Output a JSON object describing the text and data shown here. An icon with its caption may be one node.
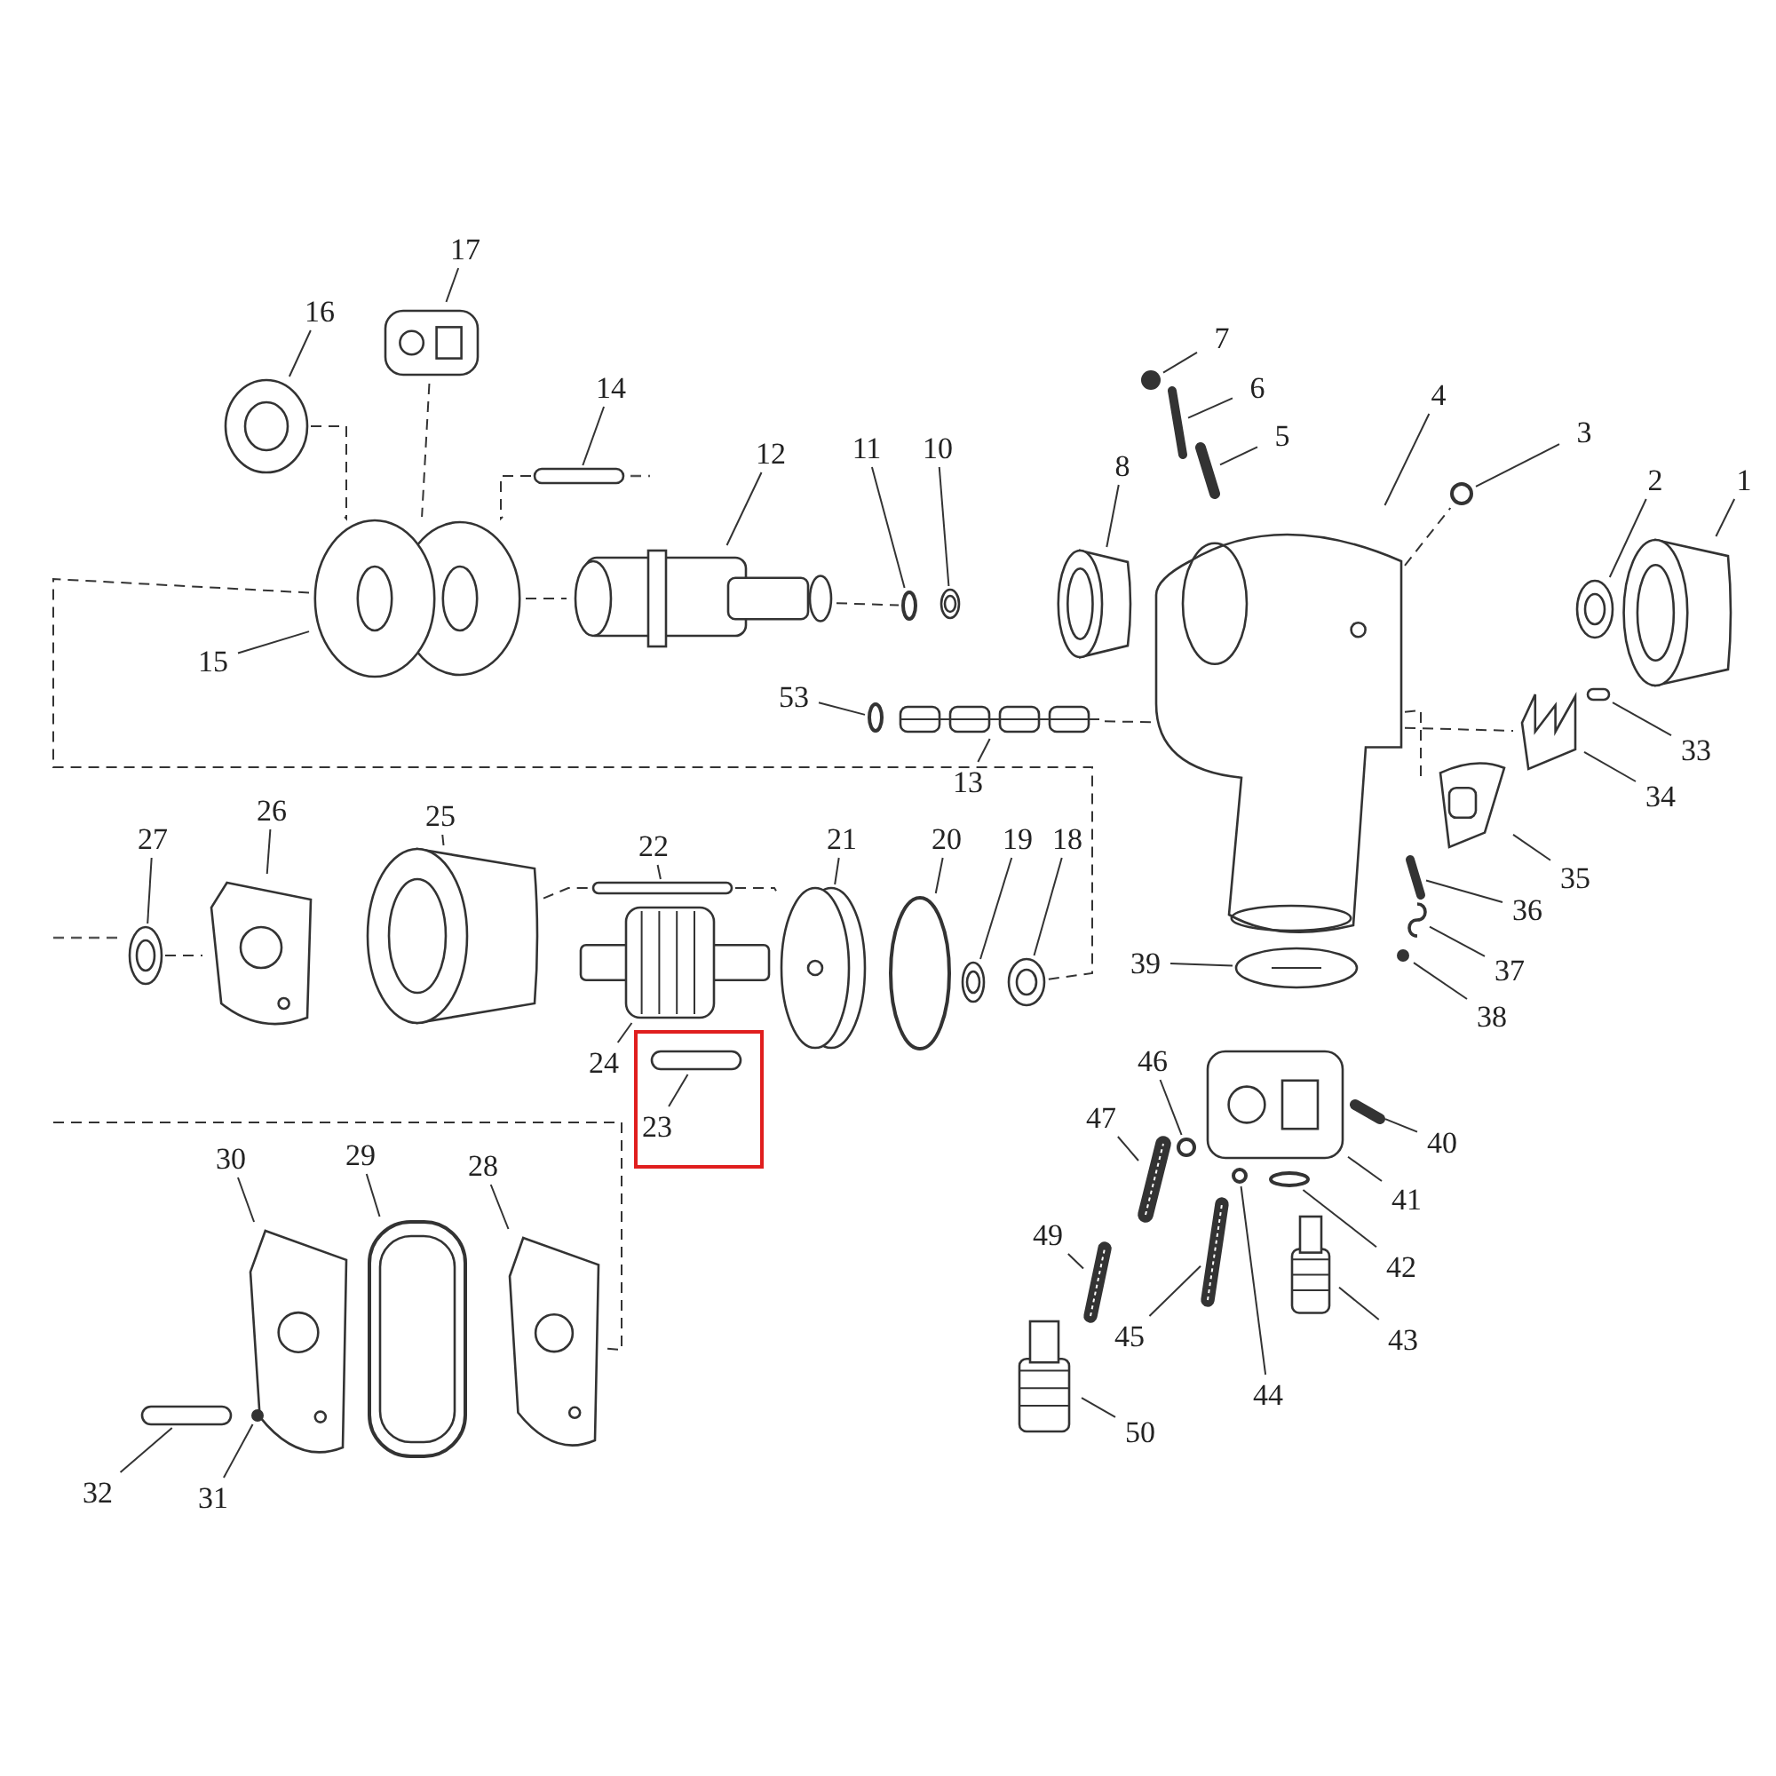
{
  "diagram": {
    "nodes": [
      {
        "text": [
          "1"
        ]
      },
      {
        "text": [],
        "shape": "cylinder"
      },
      {
        "text": [
          "2"
        ]
      },
      {
        "text": [],
        "shape": "circle"
      },
      {
        "text": [
          "3"
        ]
      },
      {
        "text": [],
        "shape": "circle"
      },
      {
        "text": [
          "4"
        ]
      },
      {
        "text": [],
        "shape": "picture"
      },
      {
        "text": [
          "5"
        ]
      },
      {
        "text": [],
        "shape": "bar"
      },
      {
        "text": [
          "6"
        ]
      },
      {
        "text": [],
        "shape": "bar"
      },
      {
        "text": [
          "7"
        ]
      },
      {
        "text": [],
        "shape": "circle"
      },
      {
        "text": [
          "8"
        ]
      },
      {
        "text": [],
        "shape": "cylinder"
      },
      {
        "text": [
          "10"
        ]
      },
      {
        "text": [],
        "shape": "circle"
      },
      {
        "text": [
          "11"
        ]
      },
      {
        "text": [],
        "shape": "circle"
      },
      {
        "text": [
          "12"
        ]
      },
      {
        "text": [],
        "shape": "picture"
      },
      {
        "text": [
          "13"
        ]
      },
      {
        "text": [],
        "shape": "picture"
      },
      {
        "text": [
          "14"
        ]
      },
      {
        "text": [],
        "shape": "bar"
      },
      {
        "text": [
          "15"
        ]
      },
      {
        "text": [],
        "shape": "picture"
      },
      {
        "text": [
          "16"
        ]
      },
      {
        "text": [],
        "shape": "circle"
      },
      {
        "text": [
          "17"
        ]
      },
      {
        "text": [],
        "shape": "picture"
      },
      {
        "text": [
          "18"
        ]
      },
      {
        "text": [],
        "shape": "circle"
      },
      {
        "text": [
          "19"
        ]
      },
      {
        "text": [],
        "shape": "circle"
      },
      {
        "text": [
          "20"
        ]
      },
      {
        "text": [],
        "shape": "circle"
      },
      {
        "text": [
          "21"
        ]
      },
      {
        "text": [],
        "shape": "picture"
      },
      {
        "text": [
          "22"
        ]
      },
      {
        "text": [],
        "shape": "bar"
      },
      {
        "text": [],
        "shape": "box"
      },
      {
        "text": [
          "23"
        ],
        "in": 42
      },
      {
        "text": [],
        "shape": "bar",
        "in": 42
      },
      {
        "text": [
          "24"
        ]
      },
      {
        "text": [],
        "shape": "picture"
      },
      {
        "text": [
          "25"
        ]
      },
      {
        "text": [],
        "shape": "cylinder"
      },
      {
        "text": [
          "26"
        ]
      },
      {
        "text": [],
        "shape": "picture"
      },
      {
        "text": [
          "27"
        ]
      },
      {
        "text": [],
        "shape": "circle"
      },
      {
        "text": [
          "28"
        ]
      },
      {
        "text": [],
        "shape": "picture"
      },
      {
        "text": [
          "29"
        ]
      },
      {
        "text": [],
        "shape": "picture"
      },
      {
        "text": [
          "30"
        ]
      },
      {
        "text": [],
        "shape": "picture"
      },
      {
        "text": [
          "31"
        ]
      },
      {
        "text": [],
        "shape": "circle"
      },
      {
        "text": [
          "32"
        ]
      },
      {
        "text": [],
        "shape": "bar"
      },
      {
        "text": [
          "33"
        ]
      },
      {
        "text": [],
        "shape": "bar"
      },
      {
        "text": [
          "34"
        ]
      },
      {
        "text": [],
        "shape": "picture"
      },
      {
        "text": [
          "35"
        ]
      },
      {
        "text": [],
        "shape": "picture"
      },
      {
        "text": [
          "36"
        ]
      },
      {
        "text": [],
        "shape": "bar"
      },
      {
        "text": [
          "37"
        ]
      },
      {
        "text": [],
        "shape": "picture"
      },
      {
        "text": [
          "38"
        ]
      },
      {
        "text": [],
        "shape": "circle"
      },
      {
        "text": [
          "39"
        ]
      },
      {
        "text": [],
        "shape": "picture"
      },
      {
        "text": [
          "40"
        ]
      },
      {
        "text": [],
        "shape": "bar"
      },
      {
        "text": [
          "41"
        ]
      },
      {
        "text": [],
        "shape": "picture"
      },
      {
        "text": [
          "42"
        ]
      },
      {
        "text": [],
        "shape": "circle"
      },
      {
        "text": [
          "43"
        ]
      },
      {
        "text": [],
        "shape": "picture"
      },
      {
        "text": [
          "44"
        ]
      },
      {
        "text": [],
        "shape": "circle"
      },
      {
        "text": [
          "45"
        ]
      },
      {
        "text": [],
        "shape": "bar"
      },
      {
        "text": [
          "46"
        ]
      },
      {
        "text": [],
        "shape": "circle"
      },
      {
        "text": [
          "47"
        ]
      },
      {
        "text": [],
        "shape": "bar"
      },
      {
        "text": [
          "49"
        ]
      },
      {
        "text": [],
        "shape": "bar"
      },
      {
        "text": [
          "50"
        ]
      },
      {
        "text": [],
        "shape": "picture"
      },
      {
        "text": [
          "53"
        ]
      },
      {
        "text": [],
        "shape": "circle"
      }
    ],
    "edges": [
      {
        "from": 0,
        "to": 1,
        "arrow": "none"
      },
      {
        "from": 2,
        "to": 3,
        "arrow": "none"
      },
      {
        "from": 4,
        "to": 5,
        "arrow": "none"
      },
      {
        "from": 6,
        "to": 7,
        "arrow": "none"
      },
      {
        "from": 8,
        "to": 9,
        "arrow": "none"
      },
      {
        "from": 10,
        "to": 11,
        "arrow": "none"
      },
      {
        "from": 12,
        "to": 13,
        "arrow": "none"
      },
      {
        "from": 14,
        "to": 15,
        "arrow": "none"
      },
      {
        "from": 16,
        "to": 17,
        "arrow": "none"
      },
      {
        "from": 18,
        "to": 19,
        "arrow": "none"
      },
      {
        "from": 20,
        "to": 21,
        "arrow": "none"
      },
      {
        "from": 22,
        "to": 23,
        "arrow": "none"
      },
      {
        "from": 24,
        "to": 25,
        "arrow": "none"
      },
      {
        "from": 26,
        "to": 27,
        "arrow": "none"
      },
      {
        "from": 28,
        "to": 29,
        "arrow": "none"
      },
      {
        "from": 30,
        "to": 31,
        "arrow": "none"
      },
      {
        "from": 32,
        "to": 33,
        "arrow": "none"
      },
      {
        "from": 34,
        "to": 35,
        "arrow": "none"
      },
      {
        "from": 36,
        "to": 37,
        "arrow": "none"
      },
      {
        "from": 38,
        "to": 39,
        "arrow": "none"
      },
      {
        "from": 40,
        "to": 41,
        "arrow": "none"
      },
      {
        "from": 43,
        "to": 44,
        "arrow": "none"
      },
      {
        "from": 45,
        "to": 46,
        "arrow": "none"
      },
      {
        "from": 47,
        "to": 48,
        "arrow": "none"
      },
      {
        "from": 49,
        "to": 50,
        "arrow": "none"
      },
      {
        "from": 51,
        "to": 52,
        "arrow": "none"
      },
      {
        "from": 53,
        "to": 54,
        "arrow": "none"
      },
      {
        "from": 55,
        "to": 56,
        "arrow": "none"
      },
      {
        "from": 57,
        "to": 58,
        "arrow": "none"
      },
      {
        "from": 59,
        "to": 60,
        "arrow": "none"
      },
      {
        "from": 61,
        "to": 62,
        "arrow": "none"
      },
      {
        "from": 63,
        "to": 64,
        "arrow": "none"
      },
      {
        "from": 65,
        "to": 66,
        "arrow": "none"
      },
      {
        "from": 67,
        "to": 68,
        "arrow": "none"
      },
      {
        "from": 69,
        "to": 70,
        "arrow": "none"
      },
      {
        "from": 71,
        "to": 72,
        "arrow": "none"
      },
      {
        "from": 73,
        "to": 74,
        "arrow": "none"
      },
      {
        "from": 75,
        "to": 76,
        "arrow": "none"
      },
      {
        "from": 77,
        "to": 78,
        "arrow": "none"
      },
      {
        "from": 79,
        "to": 80,
        "arrow": "none"
      },
      {
        "from": 81,
        "to": 82,
        "arrow": "none"
      },
      {
        "from": 83,
        "to": 84,
        "arrow": "none"
      },
      {
        "from": 85,
        "to": 86,
        "arrow": "none"
      },
      {
        "from": 87,
        "to": 88,
        "arrow": "none"
      },
      {
        "from": 89,
        "to": 90,
        "arrow": "none"
      },
      {
        "from": 91,
        "to": 92,
        "arrow": "none"
      },
      {
        "from": 93,
        "to": 94,
        "arrow": "none"
      },
      {
        "from": 95,
        "to": 96,
        "arrow": "none"
      },
      {
        "from": 97,
        "to": 98,
        "arrow": "none"
      },
      {
        "from": 27,
        "to": 33,
        "arrow": "none",
        "style": "dashed"
      },
      {
        "from": null,
        "to": 54,
        "arrow": "none",
        "style": "dashed"
      },
      {
        "from": 29,
        "to": 27,
        "arrow": "none",
        "style": "dashed"
      },
      {
        "from": 31,
        "to": 27,
        "arrow": "none",
        "style": "dashed"
      },
      {
        "from": 25,
        "to": 27,
        "arrow": "none",
        "style": "dashed"
      },
      {
        "from": 27,
        "to": 21,
        "arrow": "none",
        "style": "dashed"
      },
      {
        "from": 21,
        "to": 19,
        "arrow": "none",
        "style": "dashed"
      },
      {
        "from": 23,
        "to": 7,
        "arrow": "none",
        "style": "dashed"
      },
      {
        "from": 52,
        "to": 50,
        "arrow": "none",
        "style": "dashed"
      },
      {
        "from": 48,
        "to": 41,
        "arrow": "none",
        "style": "dashed"
      },
      {
        "from": 41,
        "to": 39,
        "arrow": "none",
        "style": "dashed"
      },
      {
        "from": 7,
        "to": 66,
        "arrow": "none",
        "style": "dashed"
      },
      {
        "from": 7,
        "to": 68,
        "arrow": "none",
        "style": "dashed"
      },
      {
        "from": 7,
        "to": 5,
        "arrow": "none",
        "style": "dashed"
      }
    ]
  }
}
